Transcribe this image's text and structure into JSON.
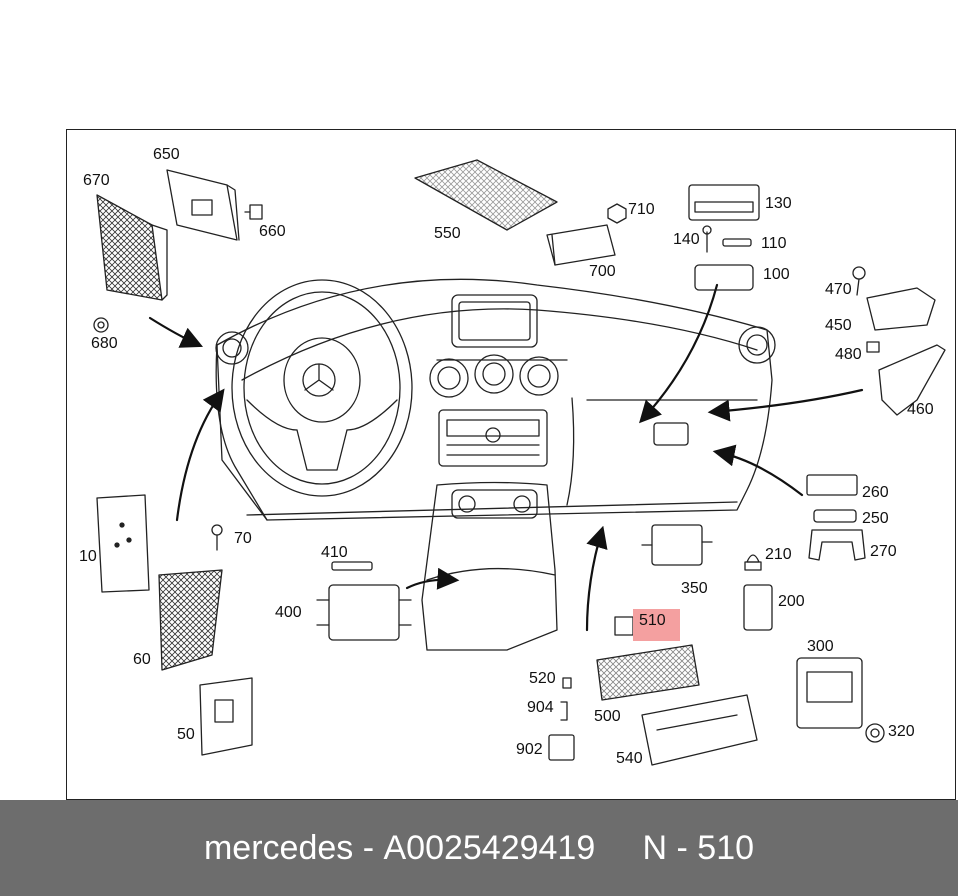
{
  "diagram": {
    "labels": {
      "l10": "10",
      "l50": "50",
      "l60": "60",
      "l70": "70",
      "l100": "100",
      "l110": "110",
      "l130": "130",
      "l140": "140",
      "l200": "200",
      "l210": "210",
      "l250": "250",
      "l260": "260",
      "l270": "270",
      "l300": "300",
      "l320": "320",
      "l350": "350",
      "l400": "400",
      "l410": "410",
      "l450": "450",
      "l460": "460",
      "l470": "470",
      "l480": "480",
      "l500": "500",
      "l510": "510",
      "l520": "520",
      "l540": "540",
      "l550": "550",
      "l650": "650",
      "l660": "660",
      "l670": "670",
      "l680": "680",
      "l700": "700",
      "l710": "710",
      "l902": "902",
      "l904": "904"
    },
    "highlight_color": "#f4a0a0"
  },
  "footer": {
    "brand": "mercedes",
    "separator1": " - ",
    "part_number": "A0025429419",
    "gap": "     ",
    "position_prefix": "N - ",
    "position": "510"
  }
}
